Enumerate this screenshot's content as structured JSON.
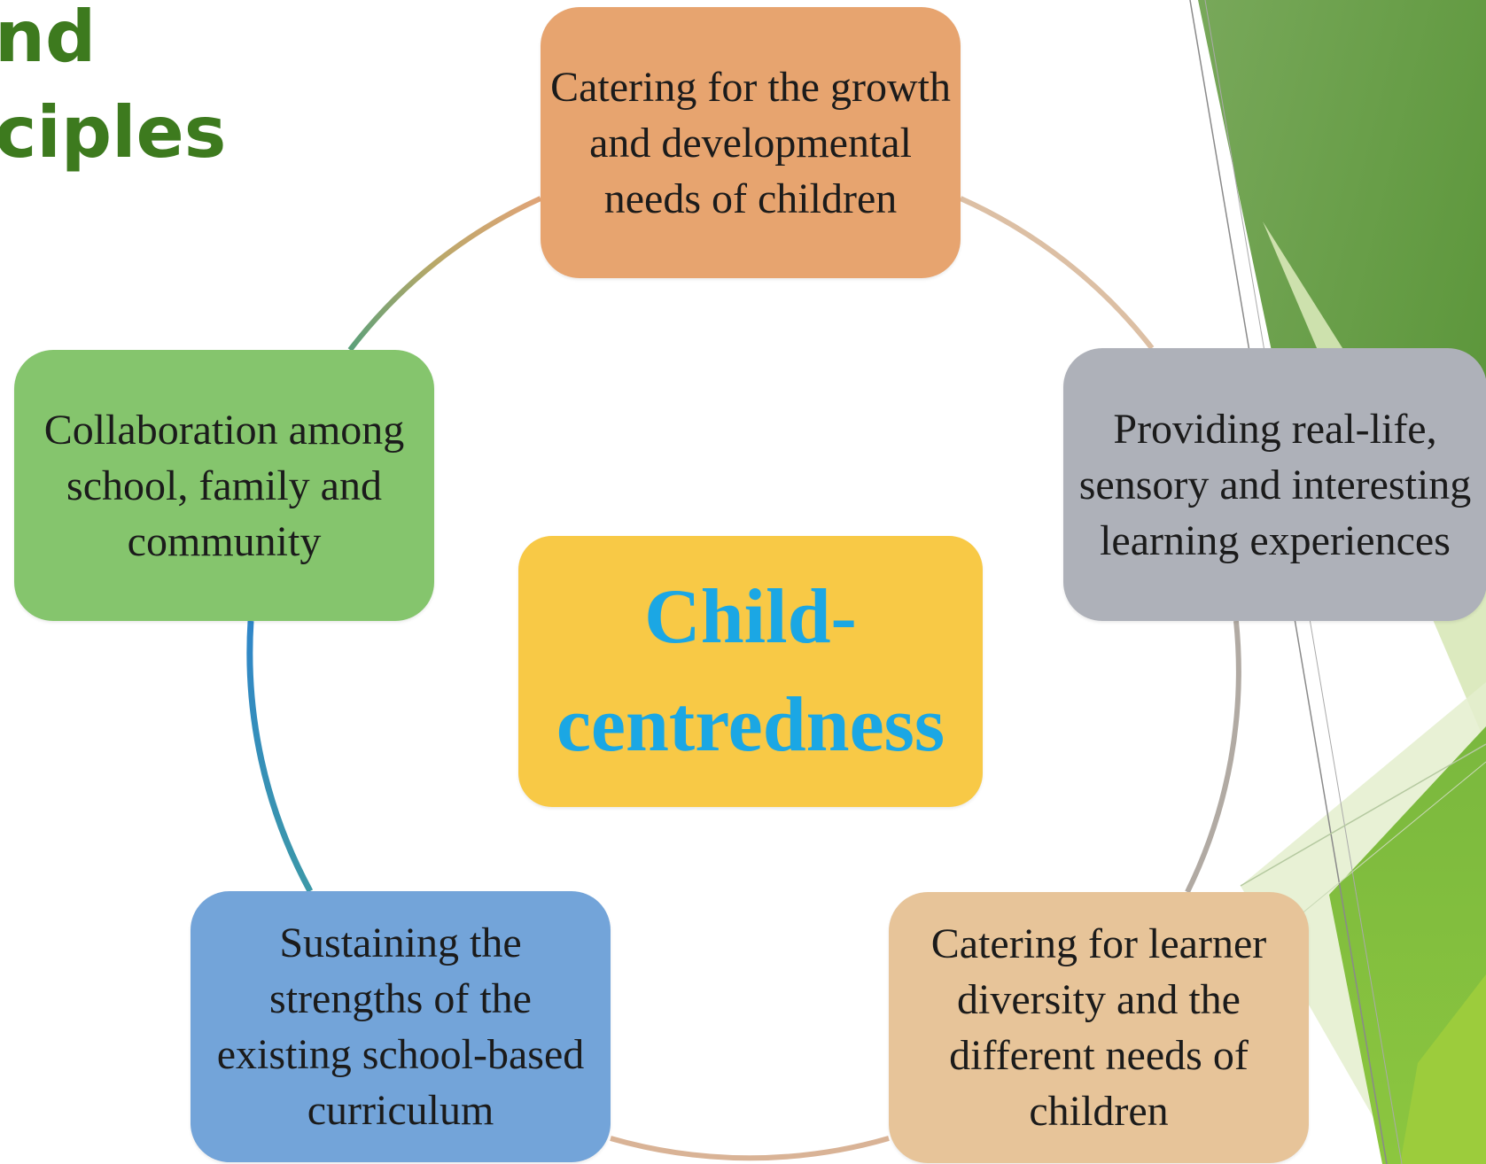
{
  "title": {
    "line1": "nd",
    "line2": "ciples"
  },
  "center": {
    "line1": "Child-",
    "line2": "centredness"
  },
  "nodes": {
    "top": "Catering for the growth and developmental needs of children",
    "right": "Providing real-life, sensory and interesting learning experiences",
    "bottom_right": "Catering for learner diversity and the different needs of children",
    "bottom_left": "Sustaining the strengths of the existing school-based curriculum",
    "left": "Collaboration among school, family and community"
  },
  "colors": {
    "title": "#3d7a1e",
    "center_box": "#f8c946",
    "center_text": "#1ba7e4",
    "top_box": "#e7a46f",
    "right_box": "#aeb1b9",
    "bottom_right_box": "#e7c499",
    "bottom_left_box": "#73a4d9",
    "left_box": "#85c56d",
    "decoration_green": "#6aa83c"
  }
}
